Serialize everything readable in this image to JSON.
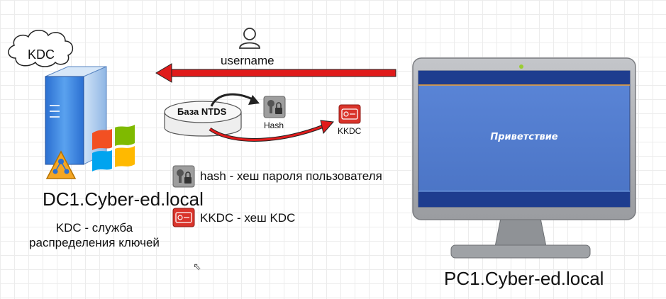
{
  "server": {
    "cloud_label": "KDC",
    "hostname": "DC1.Cyber-ed.local",
    "description_line1": "KDC - служба",
    "description_line2": "распределения ключей"
  },
  "request": {
    "user_label": "username",
    "arrow_color": "#e01b1b"
  },
  "database": {
    "label": "База NTDS"
  },
  "hash_item": {
    "label": "Hash"
  },
  "kkdc_item": {
    "label": "KKDC"
  },
  "legend": {
    "hash_text": "hash - хеш пароля пользователя",
    "kkdc_text": "KKDC - хеш KDC"
  },
  "client": {
    "screen_text": "Приветствие",
    "hostname": "PC1.Cyber-ed.local",
    "screen_color": "#4f7fd6",
    "bezel_color": "#aeb0b4"
  }
}
